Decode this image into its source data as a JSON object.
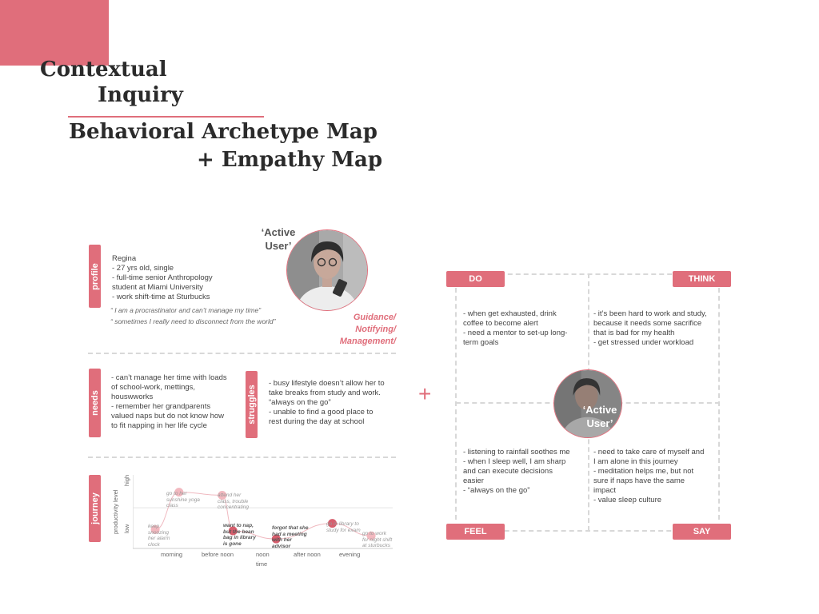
{
  "header": {
    "title_line1": "Contextual",
    "title_line2": "Inquiry",
    "subtitle_line1": "Behavioral Archetype Map",
    "subtitle_line2": "+ Empathy Map"
  },
  "persona": {
    "label_line1": "‘Active",
    "label_line2": "User’",
    "themes": [
      "Guidance/",
      "Notifying/",
      "Management/"
    ]
  },
  "archetype": {
    "profile": {
      "label": "profile",
      "lines": [
        "Regina",
        "- 27 yrs old, single",
        "- full-time senior Anthropology",
        "student at Miami University",
        "- work shift-time at Sturbucks"
      ],
      "quotes": [
        "“ I am a procrastinator and can’t manage my time”",
        "“ sometimes I really need to disconnect from the world”"
      ]
    },
    "needs": {
      "label": "needs",
      "lines": [
        "- can’t manage her time with loads",
        "of school-work, mettings,",
        "houswworks",
        "- remember her grandparents",
        "valued naps but do not know how",
        "to fit napping in her life cycle"
      ]
    },
    "struggles": {
      "label": "struggles",
      "lines": [
        "- busy lifestyle doesn’t allow her to",
        "take breaks from study and work.",
        "“always on the go”",
        "- unable to find a good place to",
        "rest during the day at school"
      ]
    },
    "journey": {
      "label": "journey",
      "ylabel": "productivity level",
      "y_high": "high",
      "y_low": "low",
      "xlabel": "time",
      "x_ticks": [
        "morning",
        "before noon",
        "noon",
        "after noon",
        "evening"
      ],
      "notes": [
        {
          "lines": [
            "keep",
            "snoozing",
            "her alarm",
            "clock"
          ]
        },
        {
          "lines": [
            "go to her",
            "sunshine yoga",
            "class"
          ]
        },
        {
          "lines": [
            "attend her",
            "class, trouble",
            "concentrating"
          ]
        },
        {
          "lines": [
            "want to nap,",
            "but the bean",
            "bag in library",
            "is gone"
          ]
        },
        {
          "lines": [
            "forgot that she",
            "had a meeting",
            "with her",
            "advisor"
          ]
        },
        {
          "lines": [
            "go in library to",
            "study for exam"
          ]
        },
        {
          "lines": [
            "go to work",
            "for night shift",
            "at sturbucks"
          ]
        }
      ]
    }
  },
  "empathy": {
    "do": {
      "label": "DO",
      "lines": [
        "- when get exhausted, drink",
        "coffee to become alert",
        "- need a mentor to set-up long-",
        "term goals"
      ]
    },
    "think": {
      "label": "THINK",
      "lines": [
        "- it’s been hard to work and study,",
        "because it needs some sacrifice",
        "that is bad for my health",
        "- get stressed under workload"
      ]
    },
    "feel": {
      "label": "FEEL",
      "lines": [
        "- listening to rainfall soothes me",
        "- when I sleep well, I am sharp",
        "and can execute decisions",
        "easier",
        "- “always on the go”"
      ]
    },
    "say": {
      "label": "SAY",
      "lines": [
        "- need to take care of myself and",
        "I am alone in this journey",
        "- meditation helps me, but not",
        "sure if naps have the same",
        "impact",
        "- value sleep culture"
      ]
    },
    "plus": "+"
  },
  "chart_data": {
    "type": "line",
    "xlabel": "time",
    "ylabel": "productivity level",
    "x_ticks": [
      "morning",
      "before noon",
      "noon",
      "after noon",
      "evening"
    ],
    "y_ticks": [
      "low",
      "high"
    ],
    "ylim": [
      0,
      1
    ],
    "x": [
      0.15,
      0.7,
      1.7,
      1.95,
      2.95,
      4.25,
      5.15
    ],
    "y": [
      0.2,
      0.8,
      0.75,
      0.18,
      0.05,
      0.3,
      0.1
    ],
    "point_colors": [
      "#f2b8bf",
      "#f2b8bf",
      "#f2b8bf",
      "#d75e6d",
      "#d75e6d",
      "#d75e6d",
      "#f2b8bf"
    ]
  }
}
